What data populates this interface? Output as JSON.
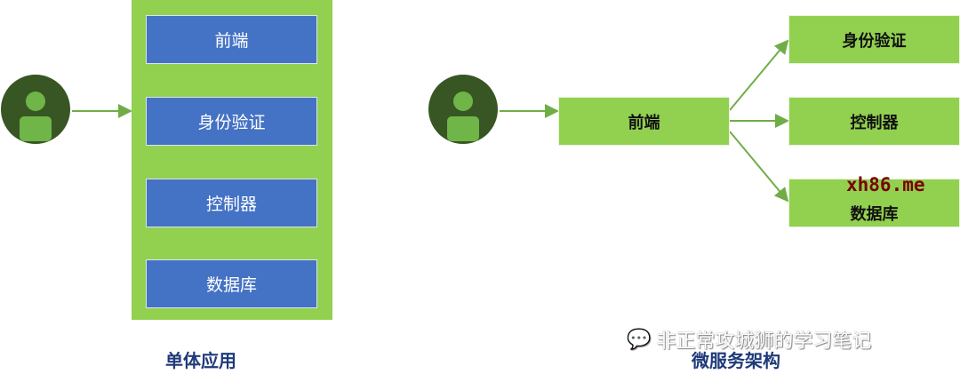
{
  "monolith": {
    "boxes": [
      "前端",
      "身份验证",
      "控制器",
      "数据库"
    ],
    "caption": "单体应用"
  },
  "microservices": {
    "frontend": "前端",
    "services": [
      "身份验证",
      "控制器",
      "数据库"
    ],
    "caption": "微服务架构"
  },
  "watermark": {
    "site": "xh86.me",
    "account": "非正常攻城狮的学习笔记"
  },
  "colors": {
    "green": "#92d050",
    "blue": "#4472c4",
    "user": "#375623",
    "arrow": "#70ad47"
  }
}
